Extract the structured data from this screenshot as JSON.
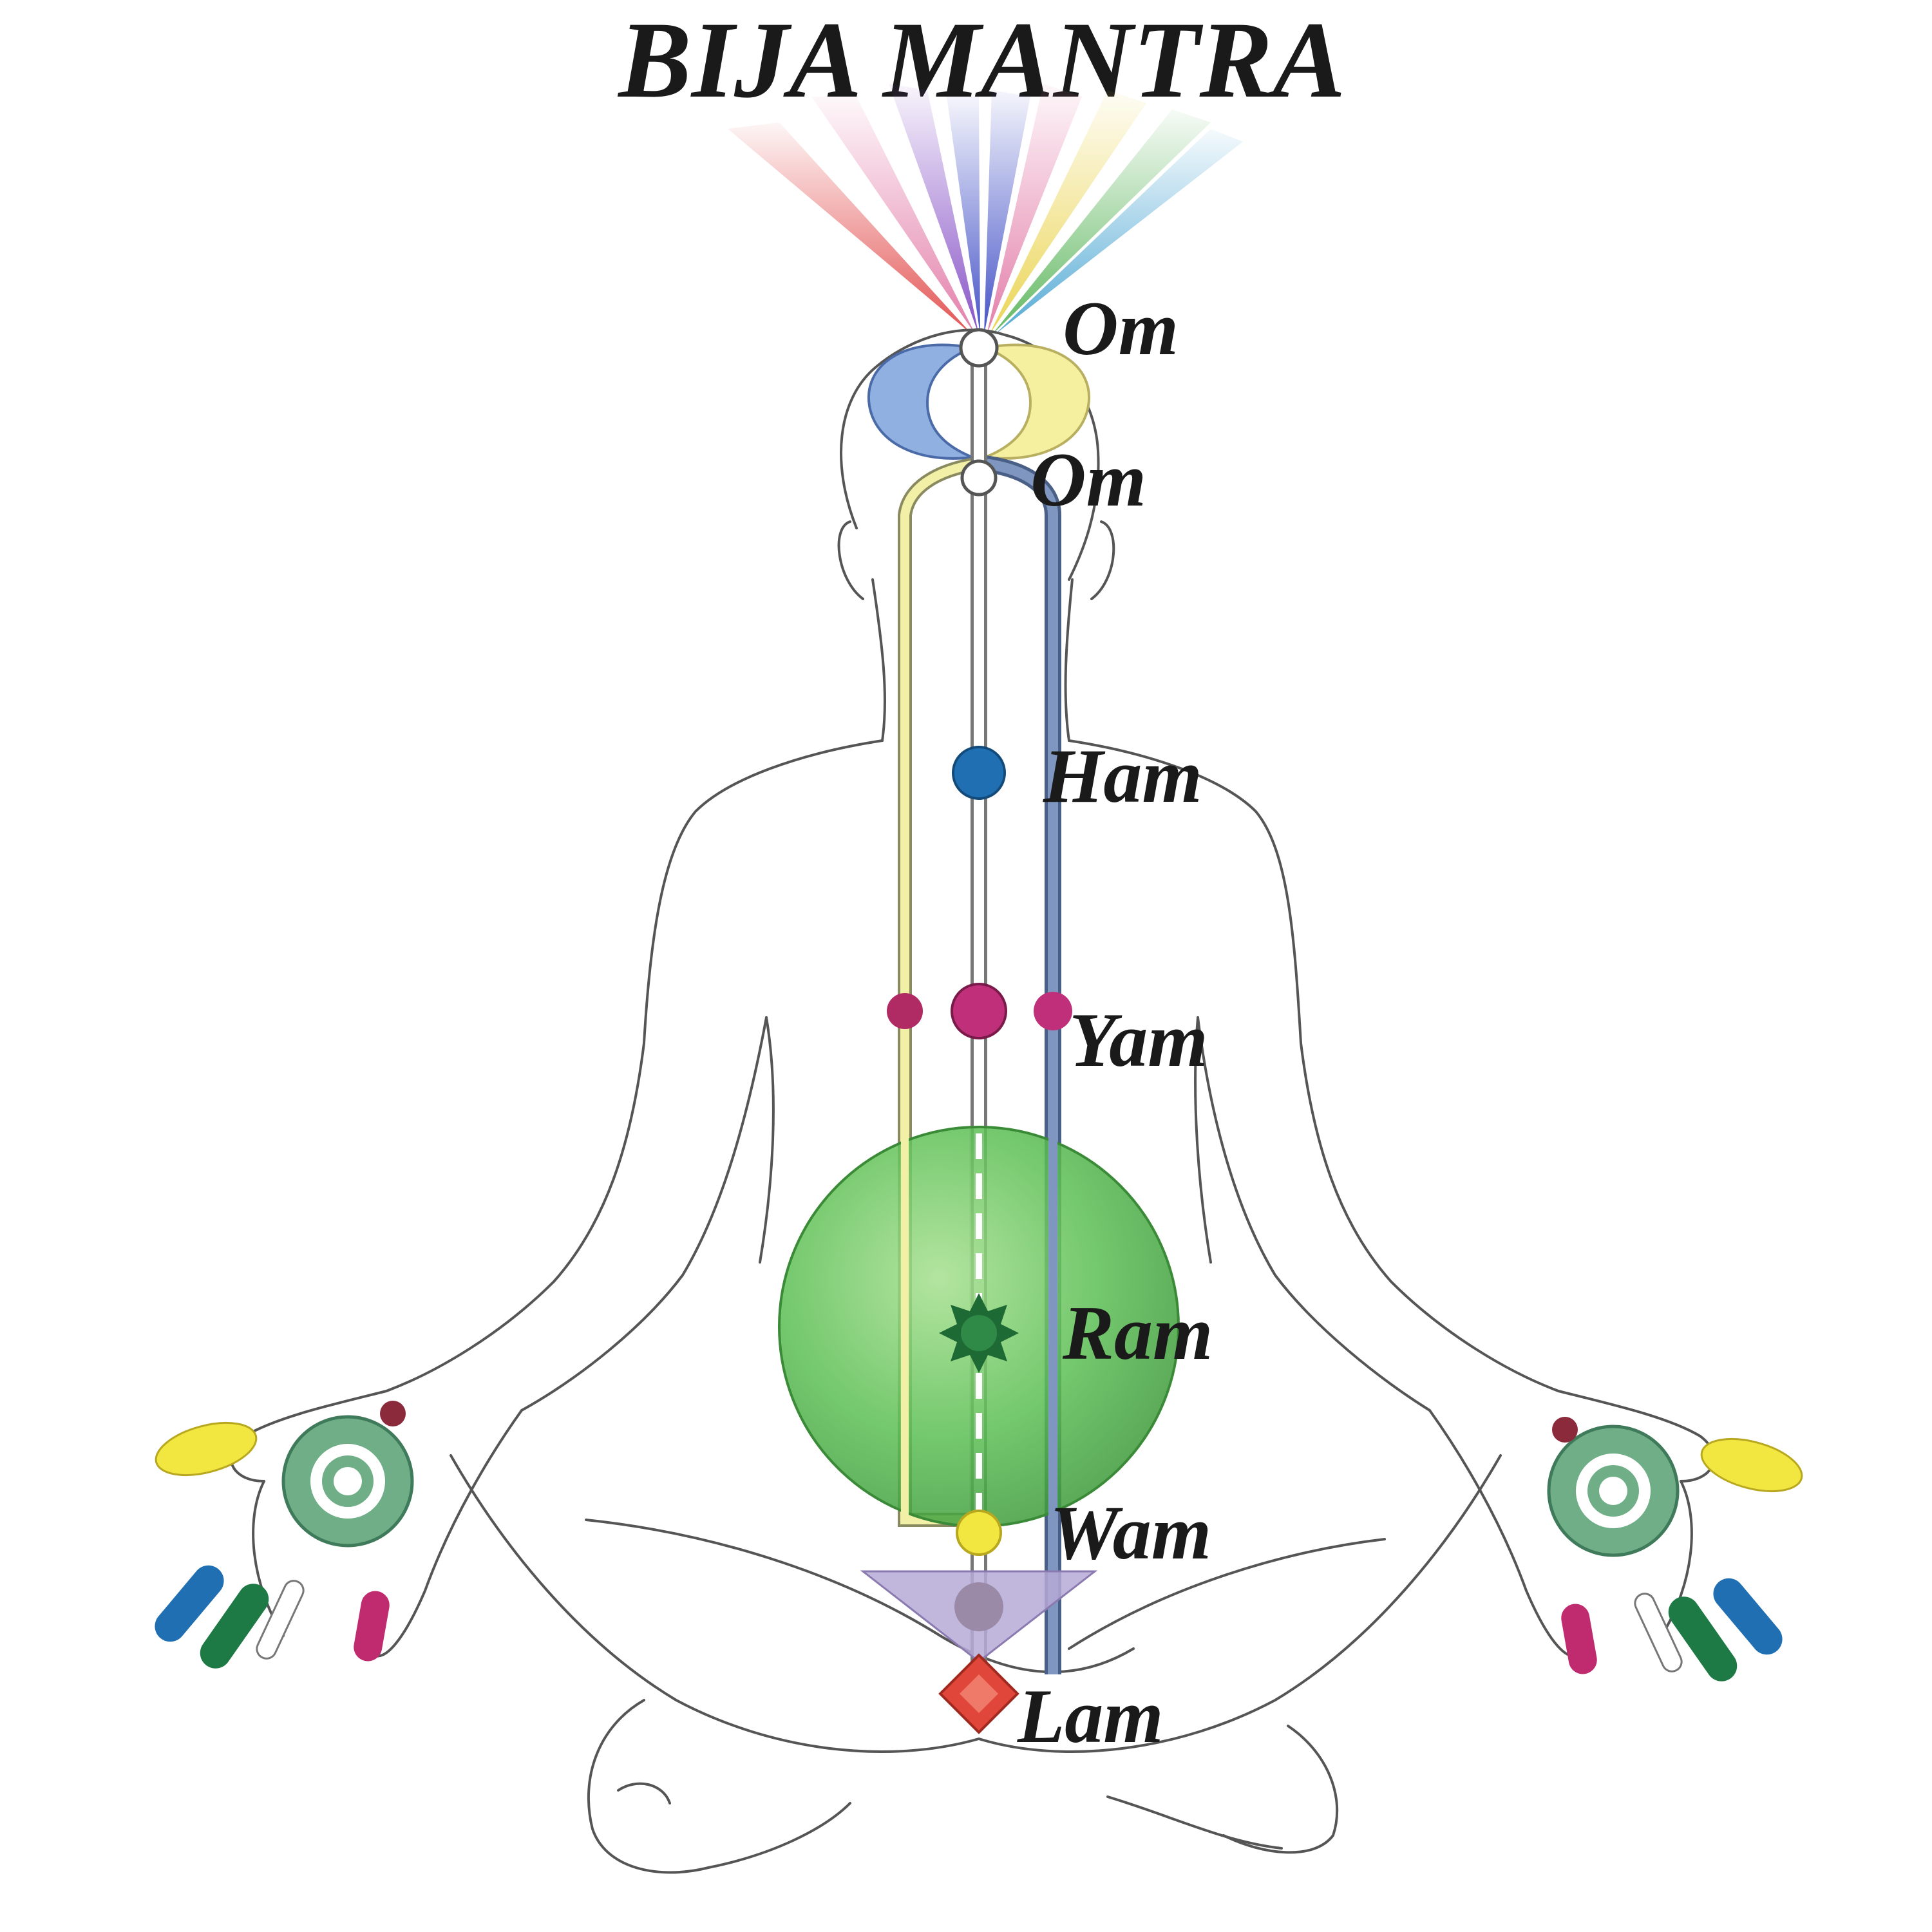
{
  "title": "BIJA MANTRA",
  "mantras": {
    "crown": "Om",
    "third_eye": "Om",
    "throat": "Ham",
    "heart": "Yam",
    "solar_plexus": "Ram",
    "sacral": "Wam",
    "root": "Lam"
  },
  "colors": {
    "ida_channel": "#f2f0a6",
    "pingala_channel": "#7f97c0",
    "sushumna_channel": "#ffffff",
    "moon_blue": "#8fb0e0",
    "moon_yellow": "#f4f0a0",
    "throat": "#1f6fb2",
    "heart": "#c0307a",
    "solar_sphere": "#5cbf54",
    "solar_star": "#1e6a35",
    "sacral": "#f2e640",
    "sacral_triangle": "#b6a9d6",
    "root": "#e0463a",
    "palm": "#6fae86",
    "thumb": "#f2e640",
    "finger_blue": "#1f6fb2",
    "finger_green": "#1e7a45",
    "finger_magenta": "#c02a6e"
  },
  "icons": {
    "crown_rays": "rainbow-rays-icon",
    "root": "diamond-icon",
    "solar": "star-icon"
  }
}
